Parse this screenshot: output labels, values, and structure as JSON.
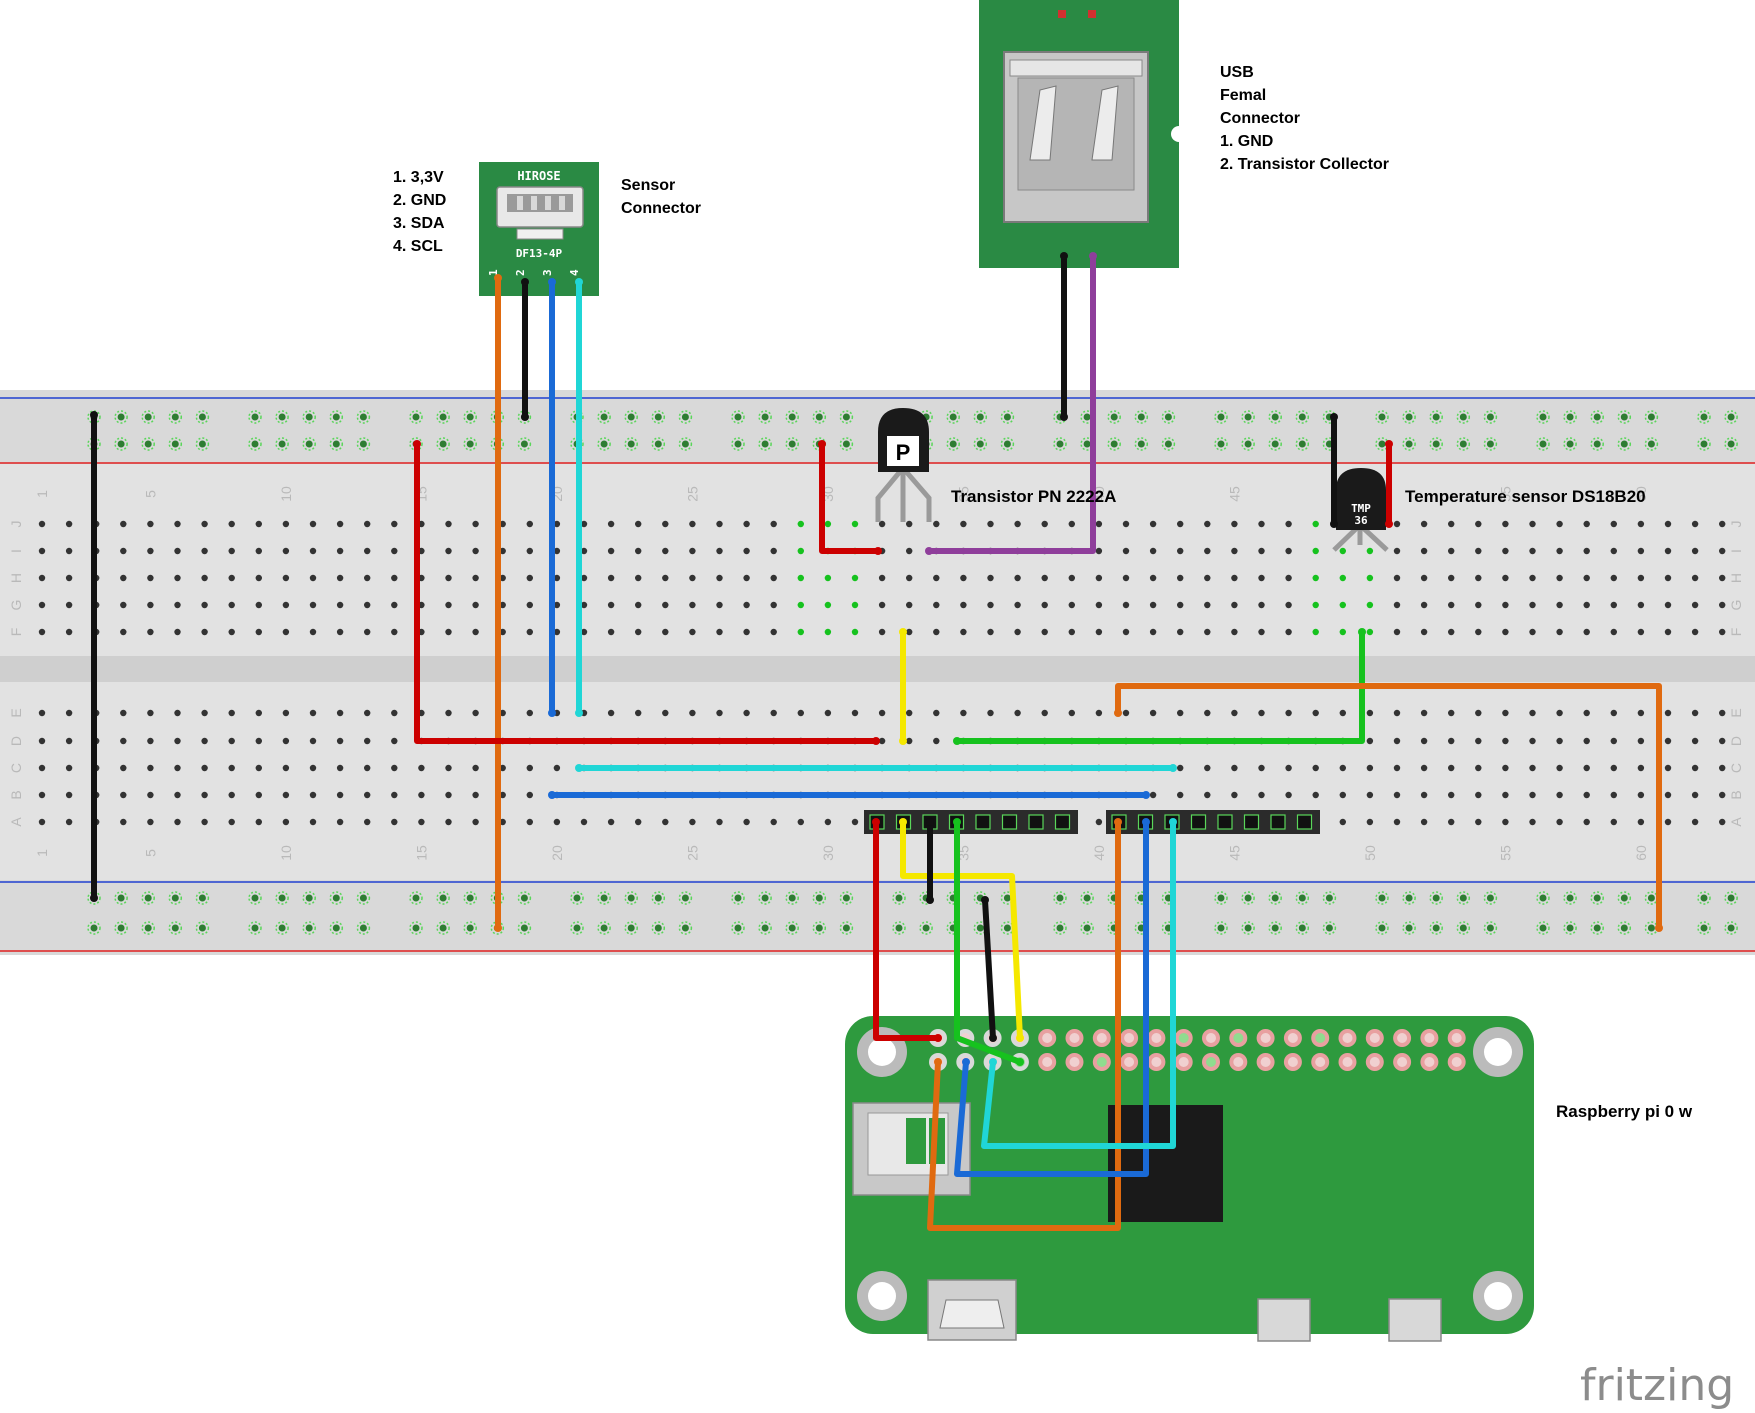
{
  "labels": {
    "sensor_pins": [
      "1. 3,3V",
      "2. GND",
      "3. SDA",
      "4. SCL"
    ],
    "sensor_connector": [
      "Sensor",
      "Connector"
    ],
    "usb_connector": [
      "USB",
      "Femal",
      "Connector",
      "1. GND",
      "2. Transistor Collector"
    ],
    "transistor": "Transistor PN 2222A",
    "temperature_sensor": "Temperature sensor DS18B20",
    "raspberry": "Raspberry pi 0 w",
    "watermark": "fritzing"
  },
  "sensor_chip": {
    "brand": "HIROSE",
    "model": "DF13-4P",
    "pin_numbers": [
      "1",
      "2",
      "3",
      "4"
    ]
  },
  "transistor_mark": "P",
  "temp_sensor_marks": [
    "TMP",
    "36"
  ],
  "breadboard": {
    "row_letters": [
      "J",
      "I",
      "H",
      "G",
      "F",
      "E",
      "D",
      "C",
      "B",
      "A"
    ],
    "column_numbers": [
      "1",
      "5",
      "10",
      "15",
      "20",
      "25",
      "30",
      "35",
      "40",
      "45",
      "50",
      "55",
      "60"
    ]
  },
  "colors": {
    "pcb_green": "#2a8a44",
    "pi_green": "#2e9a3e",
    "breadboard": "#e0e0e0",
    "rail_red": "#e02020",
    "rail_blue": "#2040d0",
    "wire_red": "#cc0000",
    "wire_black": "#111111",
    "wire_orange": "#e06a10",
    "wire_blue": "#1a6ad6",
    "wire_cyan": "#20d6d6",
    "wire_yellow": "#f5e800",
    "wire_green": "#16c21e",
    "wire_purple": "#8f3e9b"
  }
}
